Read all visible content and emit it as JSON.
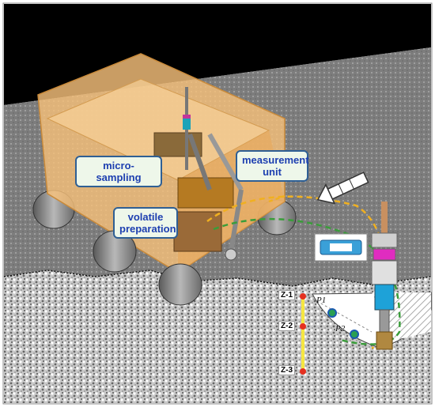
{
  "labels": {
    "micro_sampling": "micro-sampling",
    "measurement_unit": "measurement unit",
    "volatile_preparation": "volatile preparation"
  },
  "depths": [
    "Z-1",
    "Z-2",
    "Z-3"
  ],
  "points": [
    "P1",
    "P2"
  ],
  "colors": {
    "sky": "#000000",
    "regolith_upper": "#8a8a8a",
    "rover_body": "#f5c07a",
    "callout_border": "#2f5f94",
    "callout_text": "#1d3fb0",
    "callout_fill": "#eef7ea",
    "dashed_yellow": "#f0b020",
    "dashed_green": "#3a9d3a",
    "depth_line": "#f5e642"
  }
}
